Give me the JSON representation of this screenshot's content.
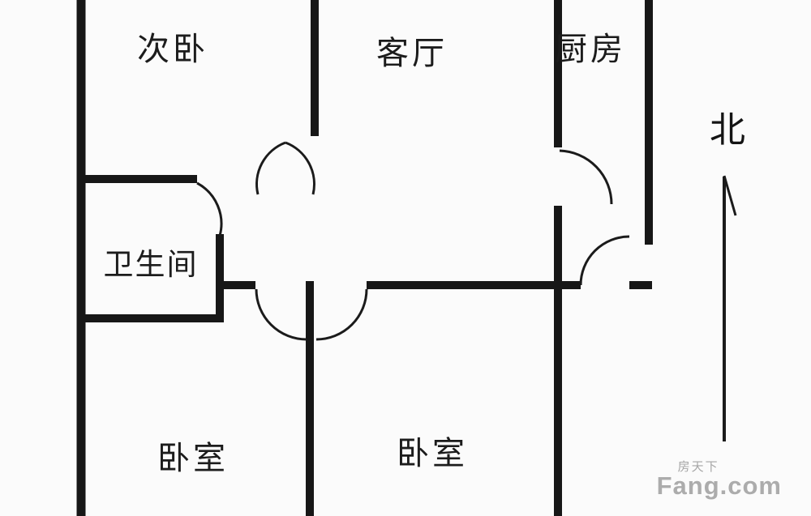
{
  "colors": {
    "wall": "#171717",
    "background": "#fbfbfb",
    "watermark_gray": "#a0a0a0"
  },
  "rooms": {
    "secondary_bedroom": "次卧",
    "living_room": "客厅",
    "kitchen": "厨房",
    "bathroom": "卫生间",
    "bedroom_left": "卧室",
    "bedroom_right": "卧室"
  },
  "compass": {
    "north": "北"
  },
  "watermark": {
    "brand": "房天下",
    "logo": "Fang.com"
  }
}
